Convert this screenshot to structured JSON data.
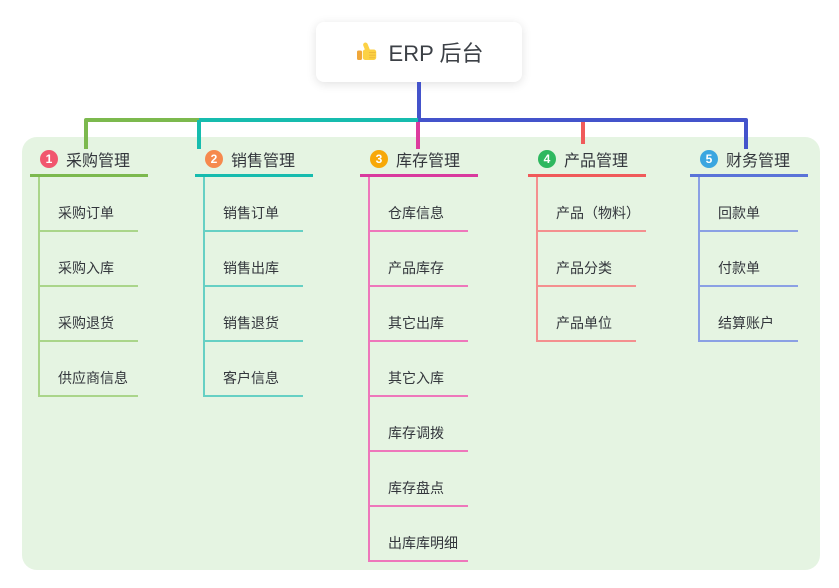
{
  "root": {
    "icon": "thumbs-up-icon",
    "label": "ERP 后台"
  },
  "colors": {
    "panel_bg": "#e5f4e2",
    "connector_blue": "#4453cb",
    "connector_green": "#7cb94e",
    "connector_teal": "#16bcae",
    "drop_magenta": "#dd3b9e",
    "drop_red": "#f05a5a",
    "text_dark": "#33363c"
  },
  "branches": [
    {
      "number": "1",
      "label": "采购管理",
      "badge_color": "#f1566e",
      "line_color": "#7cb94e",
      "child_line_color": "#aad58a",
      "children": [
        "采购订单",
        "采购入库",
        "采购退货",
        "供应商信息"
      ]
    },
    {
      "number": "2",
      "label": "销售管理",
      "badge_color": "#f6894d",
      "line_color": "#16bcae",
      "child_line_color": "#66d0c4",
      "children": [
        "销售订单",
        "销售出库",
        "销售退货",
        "客户信息"
      ]
    },
    {
      "number": "3",
      "label": "库存管理",
      "badge_color": "#f7a808",
      "line_color": "#d93a9e",
      "child_line_color": "#ee77bb",
      "children": [
        "仓库信息",
        "产品库存",
        "其它出库",
        "其它入库",
        "库存调拨",
        "库存盘点",
        "出库库明细"
      ]
    },
    {
      "number": "4",
      "label": "产品管理",
      "badge_color": "#2eb85f",
      "line_color": "#f05a5a",
      "child_line_color": "#f48f8f",
      "children": [
        "产品（物料）",
        "产品分类",
        "产品单位"
      ]
    },
    {
      "number": "5",
      "label": "财务管理",
      "badge_color": "#3aa6e0",
      "line_color": "#5a73d8",
      "child_line_color": "#8ba0e4",
      "children": [
        "回款单",
        "付款单",
        "结算账户"
      ]
    }
  ]
}
